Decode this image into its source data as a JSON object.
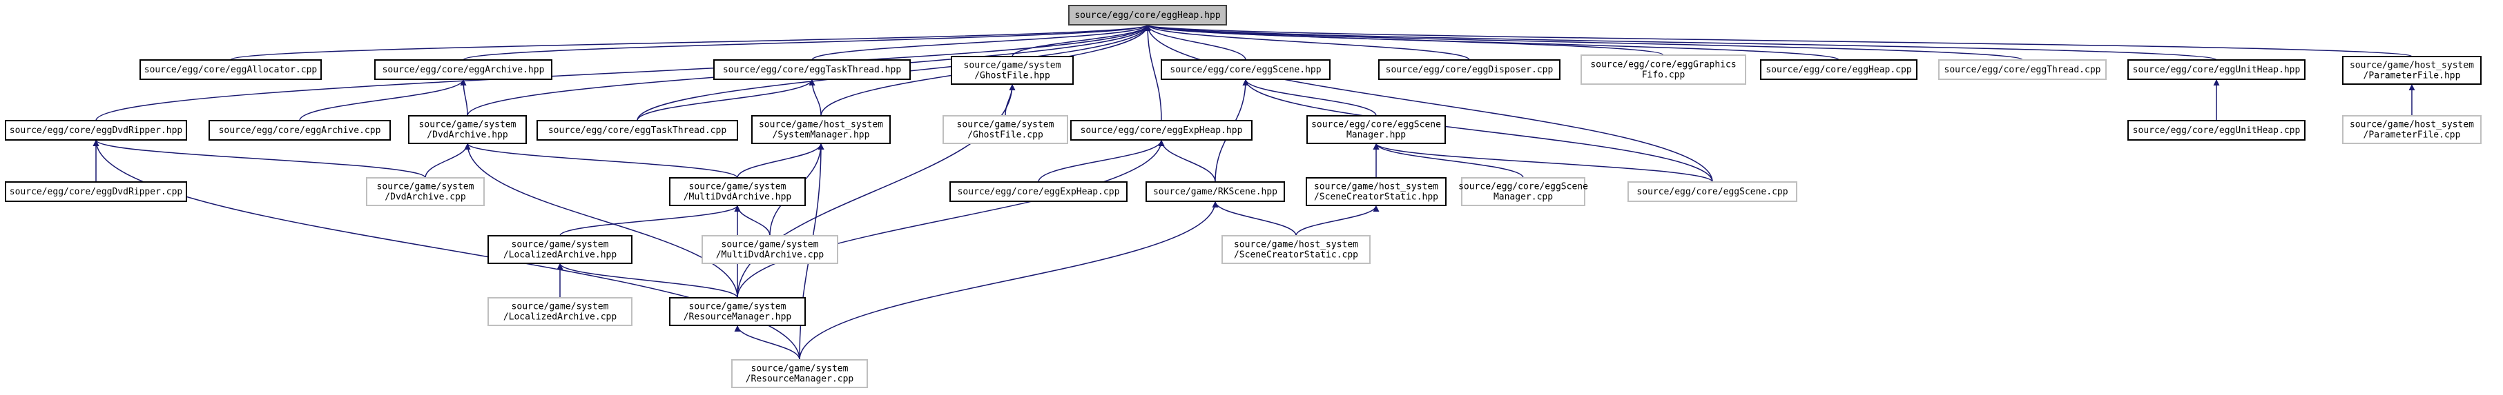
{
  "colors": {
    "root_fill": "#bfbfbf",
    "root_stroke": "#404040",
    "header_stroke": "#000000",
    "source_stroke": "#bfbfbf",
    "edge": "#191970",
    "text": "#000000",
    "background": "#ffffff"
  },
  "nodes": {
    "root": {
      "lines": [
        "source/egg/core/eggHeap.hpp"
      ],
      "kind": "root"
    },
    "alloc_cpp": {
      "lines": [
        "source/egg/core/eggAllocator.cpp"
      ],
      "kind": "header"
    },
    "archive_hpp": {
      "lines": [
        "source/egg/core/eggArchive.hpp"
      ],
      "kind": "header"
    },
    "taskthr_hpp": {
      "lines": [
        "source/egg/core/eggTaskThread.hpp"
      ],
      "kind": "header"
    },
    "ghost_hpp": {
      "lines": [
        "source/game/system",
        "/GhostFile.hpp"
      ],
      "kind": "header"
    },
    "scene_hpp": {
      "lines": [
        "source/egg/core/eggScene.hpp"
      ],
      "kind": "header"
    },
    "dispo_cpp": {
      "lines": [
        "source/egg/core/eggDisposer.cpp"
      ],
      "kind": "header"
    },
    "gfx_cpp": {
      "lines": [
        "source/egg/core/eggGraphics",
        "Fifo.cpp"
      ],
      "kind": "source"
    },
    "heap_cpp": {
      "lines": [
        "source/egg/core/eggHeap.cpp"
      ],
      "kind": "header"
    },
    "thread_cpp": {
      "lines": [
        "source/egg/core/eggThread.cpp"
      ],
      "kind": "source"
    },
    "unitheap_hpp": {
      "lines": [
        "source/egg/core/eggUnitHeap.hpp"
      ],
      "kind": "header"
    },
    "param_hpp": {
      "lines": [
        "source/game/host_system",
        "/ParameterFile.hpp"
      ],
      "kind": "header"
    },
    "dvdrip_hpp": {
      "lines": [
        "source/egg/core/eggDvdRipper.hpp"
      ],
      "kind": "header"
    },
    "archive_cpp": {
      "lines": [
        "source/egg/core/eggArchive.cpp"
      ],
      "kind": "header"
    },
    "dvdarch_hpp": {
      "lines": [
        "source/game/system",
        "/DvdArchive.hpp"
      ],
      "kind": "header"
    },
    "taskthr_cpp": {
      "lines": [
        "source/egg/core/eggTaskThread.cpp"
      ],
      "kind": "header"
    },
    "sysmgr_hpp": {
      "lines": [
        "source/game/host_system",
        "/SystemManager.hpp"
      ],
      "kind": "header"
    },
    "ghost_cpp": {
      "lines": [
        "source/game/system",
        "/GhostFile.cpp"
      ],
      "kind": "source"
    },
    "expheap_hpp": {
      "lines": [
        "source/egg/core/eggExpHeap.hpp"
      ],
      "kind": "header"
    },
    "scenemgr_hpp": {
      "lines": [
        "source/egg/core/eggScene",
        "Manager.hpp"
      ],
      "kind": "header"
    },
    "unitheap_cpp": {
      "lines": [
        "source/egg/core/eggUnitHeap.cpp"
      ],
      "kind": "header"
    },
    "param_cpp": {
      "lines": [
        "source/game/host_system",
        "/ParameterFile.cpp"
      ],
      "kind": "source"
    },
    "dvdrip_cpp": {
      "lines": [
        "source/egg/core/eggDvdRipper.cpp"
      ],
      "kind": "header"
    },
    "dvdarch_cpp": {
      "lines": [
        "source/game/system",
        "/DvdArchive.cpp"
      ],
      "kind": "source"
    },
    "multidvd_hpp": {
      "lines": [
        "source/game/system",
        "/MultiDvdArchive.hpp"
      ],
      "kind": "header"
    },
    "expheap_cpp": {
      "lines": [
        "source/egg/core/eggExpHeap.cpp"
      ],
      "kind": "header"
    },
    "rkscene_hpp": {
      "lines": [
        "source/game/RKScene.hpp"
      ],
      "kind": "header"
    },
    "scenecs_hpp": {
      "lines": [
        "source/game/host_system",
        "/SceneCreatorStatic.hpp"
      ],
      "kind": "header"
    },
    "scenemgr_cpp": {
      "lines": [
        "source/egg/core/eggScene",
        "Manager.cpp"
      ],
      "kind": "source"
    },
    "scene_cpp": {
      "lines": [
        "source/egg/core/eggScene.cpp"
      ],
      "kind": "source"
    },
    "localarch_hpp": {
      "lines": [
        "source/game/system",
        "/LocalizedArchive.hpp"
      ],
      "kind": "header"
    },
    "multidvd_cpp": {
      "lines": [
        "source/game/system",
        "/MultiDvdArchive.cpp"
      ],
      "kind": "source"
    },
    "scenecs_cpp": {
      "lines": [
        "source/game/host_system",
        "/SceneCreatorStatic.cpp"
      ],
      "kind": "source"
    },
    "localarch_cpp": {
      "lines": [
        "source/game/system",
        "/LocalizedArchive.cpp"
      ],
      "kind": "source"
    },
    "resmgr_hpp": {
      "lines": [
        "source/game/system",
        "/ResourceManager.hpp"
      ],
      "kind": "header"
    },
    "resmgr_cpp": {
      "lines": [
        "source/game/system",
        "/ResourceManager.cpp"
      ],
      "kind": "source"
    }
  },
  "edges": [
    [
      "alloc_cpp",
      "root"
    ],
    [
      "archive_hpp",
      "root"
    ],
    [
      "taskthr_hpp",
      "root"
    ],
    [
      "ghost_hpp",
      "root"
    ],
    [
      "scene_hpp",
      "root"
    ],
    [
      "dispo_cpp",
      "root"
    ],
    [
      "gfx_cpp",
      "root"
    ],
    [
      "heap_cpp",
      "root"
    ],
    [
      "thread_cpp",
      "root"
    ],
    [
      "unitheap_hpp",
      "root"
    ],
    [
      "param_hpp",
      "root"
    ],
    [
      "dvdrip_hpp",
      "root"
    ],
    [
      "dvdarch_hpp",
      "root"
    ],
    [
      "taskthr_cpp",
      "root"
    ],
    [
      "sysmgr_hpp",
      "root"
    ],
    [
      "expheap_hpp",
      "root"
    ],
    [
      "scene_cpp",
      "root"
    ],
    [
      "archive_cpp",
      "archive_hpp"
    ],
    [
      "dvdarch_hpp",
      "archive_hpp"
    ],
    [
      "taskthr_cpp",
      "taskthr_hpp"
    ],
    [
      "sysmgr_hpp",
      "taskthr_hpp"
    ],
    [
      "ghost_cpp",
      "ghost_hpp"
    ],
    [
      "resmgr_hpp",
      "ghost_hpp"
    ],
    [
      "scenemgr_hpp",
      "scene_hpp"
    ],
    [
      "rkscene_hpp",
      "scene_hpp"
    ],
    [
      "scene_cpp",
      "scene_hpp"
    ],
    [
      "unitheap_cpp",
      "unitheap_hpp"
    ],
    [
      "param_cpp",
      "param_hpp"
    ],
    [
      "dvdrip_cpp",
      "dvdrip_hpp"
    ],
    [
      "dvdarch_cpp",
      "dvdrip_hpp"
    ],
    [
      "resmgr_cpp",
      "dvdrip_hpp"
    ],
    [
      "dvdarch_cpp",
      "dvdarch_hpp"
    ],
    [
      "multidvd_hpp",
      "dvdarch_hpp"
    ],
    [
      "resmgr_hpp",
      "dvdarch_hpp"
    ],
    [
      "multidvd_hpp",
      "sysmgr_hpp"
    ],
    [
      "multidvd_cpp",
      "sysmgr_hpp"
    ],
    [
      "resmgr_cpp",
      "sysmgr_hpp"
    ],
    [
      "expheap_cpp",
      "expheap_hpp"
    ],
    [
      "rkscene_hpp",
      "expheap_hpp"
    ],
    [
      "resmgr_hpp",
      "expheap_hpp"
    ],
    [
      "scenecs_hpp",
      "scenemgr_hpp"
    ],
    [
      "scenemgr_cpp",
      "scenemgr_hpp"
    ],
    [
      "scene_cpp",
      "scenemgr_hpp"
    ],
    [
      "localarch_hpp",
      "multidvd_hpp"
    ],
    [
      "multidvd_cpp",
      "multidvd_hpp"
    ],
    [
      "resmgr_hpp",
      "multidvd_hpp"
    ],
    [
      "scenecs_cpp",
      "rkscene_hpp"
    ],
    [
      "resmgr_cpp",
      "rkscene_hpp"
    ],
    [
      "scenecs_cpp",
      "scenecs_hpp"
    ],
    [
      "localarch_cpp",
      "localarch_hpp"
    ],
    [
      "resmgr_hpp",
      "localarch_hpp"
    ],
    [
      "resmgr_cpp",
      "resmgr_hpp"
    ]
  ]
}
